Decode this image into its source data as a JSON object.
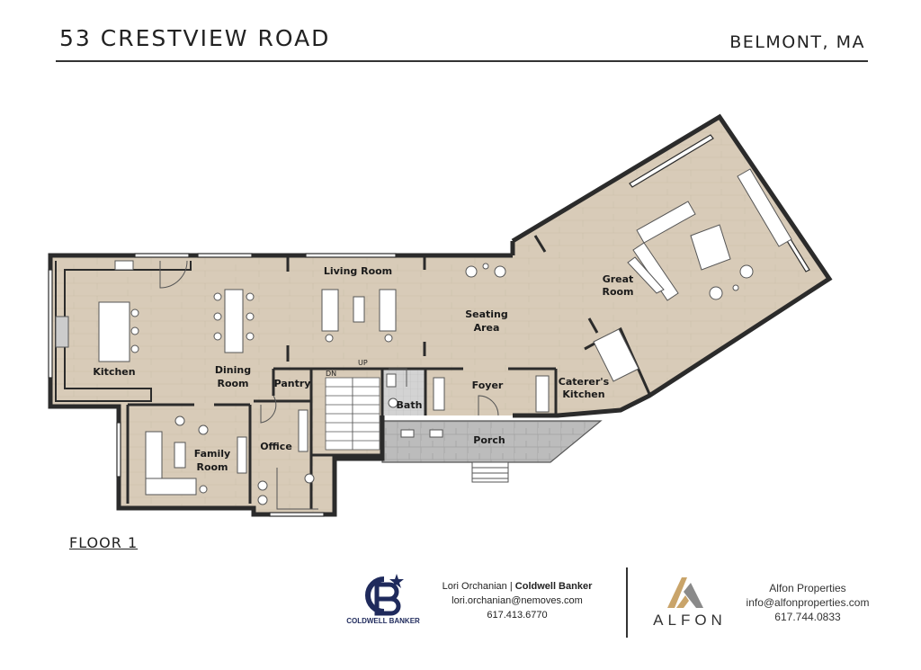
{
  "header": {
    "address": "53 CRESTVIEW ROAD",
    "city": "BELMONT, MA"
  },
  "floor_label": "FLOOR 1",
  "rooms": {
    "living_room": "Living Room",
    "kitchen": "Kitchen",
    "dining_line1": "Dining",
    "dining_line2": "Room",
    "pantry": "Pantry",
    "seating_line1": "Seating",
    "seating_line2": "Area",
    "great_line1": "Great",
    "great_line2": "Room",
    "foyer": "Foyer",
    "bath": "Bath",
    "caterer_line1": "Caterer's",
    "caterer_line2": "Kitchen",
    "office": "Office",
    "family_line1": "Family",
    "family_line2": "Room",
    "porch": "Porch"
  },
  "stairs": {
    "down": "DN",
    "up": "UP"
  },
  "footer": {
    "brokerage_wordmark": "COLDWELL BANKER",
    "agent_name": "Lori Orchanian",
    "agent_company": "Coldwell Banker",
    "agent_email": "lori.orchanian@nemoves.com",
    "agent_phone": "617.413.6770",
    "partner_wordmark": "ALFON",
    "partner_name": "Alfon Properties",
    "partner_email": "info@alfonproperties.com",
    "partner_phone": "617.744.0833"
  },
  "colors": {
    "floor": "#d8cbb8",
    "wall": "#2b2b2b",
    "porch": "#b9b9b9",
    "bath_tile": "#cfcfcf",
    "coldwell_blue": "#1f2a5c",
    "alfon_gold": "#c9a46a"
  }
}
